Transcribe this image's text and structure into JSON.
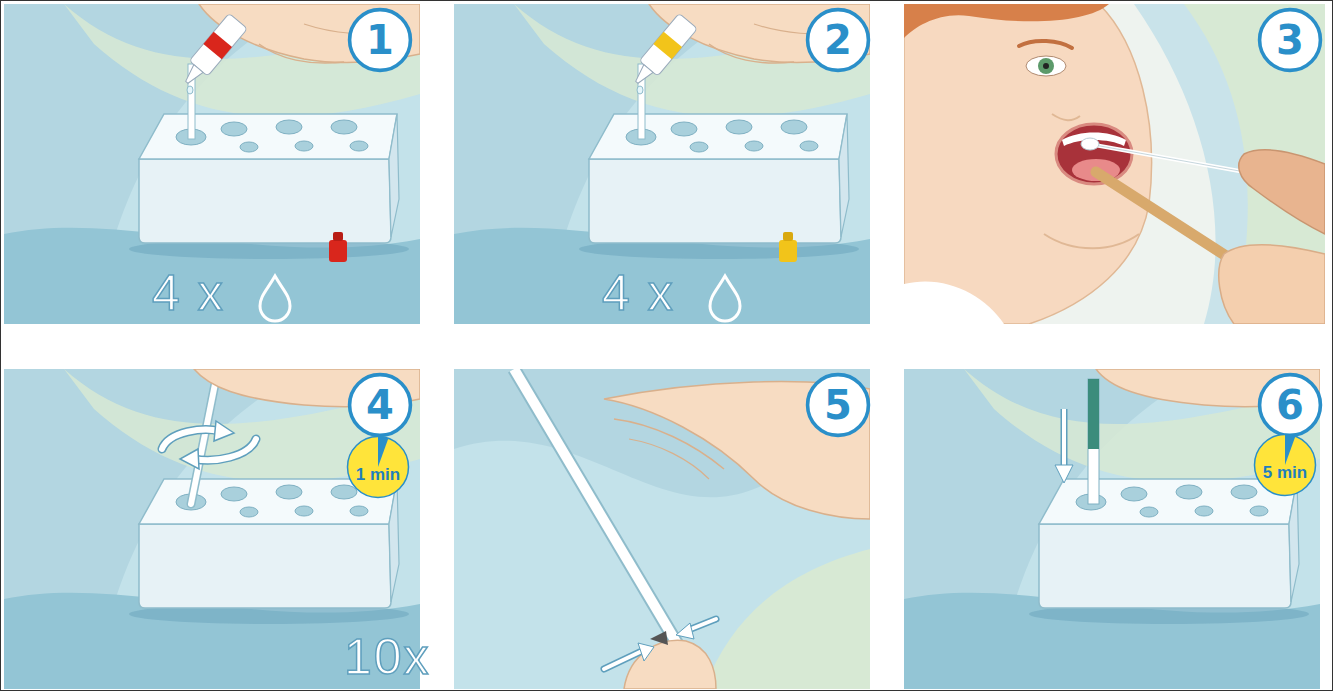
{
  "diagram": {
    "nodes": [
      {
        "text": [
          "1"
        ]
      },
      {
        "text": [
          "2"
        ]
      },
      {
        "text": [
          "3"
        ]
      },
      {
        "text": [
          "4"
        ]
      },
      {
        "text": [
          "1 min"
        ]
      },
      {
        "text": [
          "5"
        ]
      },
      {
        "text": [
          "6"
        ]
      },
      {
        "text": [
          "5 min"
        ]
      }
    ],
    "labels": [
      "4 x",
      "4 x",
      "10x"
    ]
  }
}
